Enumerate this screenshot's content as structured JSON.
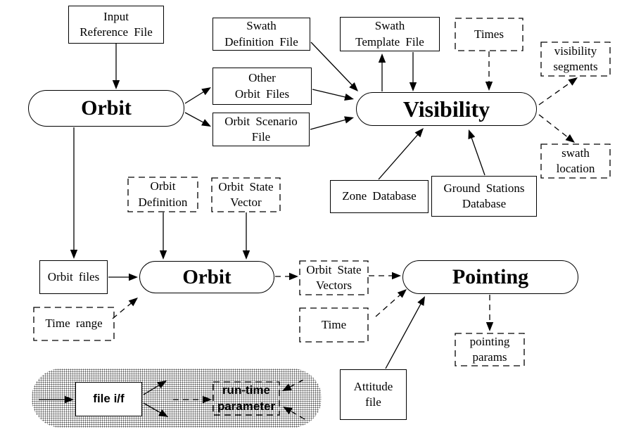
{
  "diagram": {
    "description": "Orbit / Visibility / Pointing data-flow diagram",
    "colors": {
      "line": "#000000",
      "background": "#ffffff",
      "legend_dots": "#4d4d4d"
    },
    "nodes": {
      "input_reference_file": {
        "label": "Input\nReference File",
        "type": "file"
      },
      "orbit_top": {
        "label": "Orbit",
        "type": "program"
      },
      "swath_definition_file": {
        "label": "Swath\nDefinition File",
        "type": "file"
      },
      "other_orbit_files": {
        "label": "Other\nOrbit Files",
        "type": "file"
      },
      "orbit_scenario_file": {
        "label": "Orbit Scenario\nFile",
        "type": "file"
      },
      "swath_template_file": {
        "label": "Swath\nTemplate File",
        "type": "file"
      },
      "times": {
        "label": "Times",
        "type": "runtime-parameter"
      },
      "visibility": {
        "label": "Visibility",
        "type": "program"
      },
      "visibility_segments": {
        "label": "visibility\nsegments",
        "type": "runtime-parameter"
      },
      "swath_location": {
        "label": "swath\nlocation",
        "type": "runtime-parameter"
      },
      "zone_database": {
        "label": "Zone Database",
        "type": "file"
      },
      "ground_stations_database": {
        "label": "Ground Stations\nDatabase",
        "type": "file"
      },
      "orbit_definition": {
        "label": "Orbit\nDefinition",
        "type": "runtime-parameter"
      },
      "orbit_state_vector": {
        "label": "Orbit State\nVector",
        "type": "runtime-parameter"
      },
      "orbit_files": {
        "label": "Orbit files",
        "type": "file"
      },
      "orbit_bottom": {
        "label": "Orbit",
        "type": "program"
      },
      "time_range": {
        "label": "Time range",
        "type": "runtime-parameter"
      },
      "orbit_state_vectors": {
        "label": "Orbit State\nVectors",
        "type": "runtime-parameter"
      },
      "time": {
        "label": "Time",
        "type": "runtime-parameter"
      },
      "pointing": {
        "label": "Pointing",
        "type": "program"
      },
      "pointing_params": {
        "label": "pointing\nparams",
        "type": "runtime-parameter"
      },
      "attitude_file": {
        "label": "Attitude\nfile",
        "type": "file"
      }
    },
    "edges": [
      {
        "from": "input_reference_file",
        "to": "orbit_top",
        "style": "solid"
      },
      {
        "from": "orbit_top",
        "to": "other_orbit_files",
        "style": "solid"
      },
      {
        "from": "orbit_top",
        "to": "orbit_scenario_file",
        "style": "solid"
      },
      {
        "from": "orbit_top",
        "to": "orbit_files",
        "style": "solid"
      },
      {
        "from": "swath_definition_file",
        "to": "visibility",
        "style": "solid"
      },
      {
        "from": "other_orbit_files",
        "to": "visibility",
        "style": "solid"
      },
      {
        "from": "orbit_scenario_file",
        "to": "visibility",
        "style": "solid"
      },
      {
        "from": "visibility",
        "to": "swath_template_file",
        "style": "solid"
      },
      {
        "from": "swath_template_file",
        "to": "visibility",
        "style": "solid"
      },
      {
        "from": "times",
        "to": "visibility",
        "style": "dashed"
      },
      {
        "from": "visibility",
        "to": "visibility_segments",
        "style": "dashed"
      },
      {
        "from": "visibility",
        "to": "swath_location",
        "style": "dashed"
      },
      {
        "from": "zone_database",
        "to": "visibility",
        "style": "solid"
      },
      {
        "from": "ground_stations_database",
        "to": "visibility",
        "style": "solid"
      },
      {
        "from": "orbit_definition",
        "to": "orbit_bottom",
        "style": "solid"
      },
      {
        "from": "orbit_state_vector",
        "to": "orbit_bottom",
        "style": "solid"
      },
      {
        "from": "orbit_files",
        "to": "orbit_bottom",
        "style": "solid"
      },
      {
        "from": "time_range",
        "to": "orbit_bottom",
        "style": "dashed"
      },
      {
        "from": "orbit_bottom",
        "to": "orbit_state_vectors",
        "style": "dashed"
      },
      {
        "from": "orbit_state_vectors",
        "to": "pointing",
        "style": "dashed"
      },
      {
        "from": "time",
        "to": "pointing",
        "style": "dashed"
      },
      {
        "from": "attitude_file",
        "to": "pointing",
        "style": "solid"
      },
      {
        "from": "pointing",
        "to": "pointing_params",
        "style": "dashed"
      }
    ],
    "legend": {
      "file_if": {
        "label": "file i/f",
        "meaning": "file interface (solid box, solid arrows)"
      },
      "runtime_parameter": {
        "label": "run-time\nparameter",
        "meaning": "run-time parameter (dashed box, dashed arrows)"
      }
    }
  }
}
